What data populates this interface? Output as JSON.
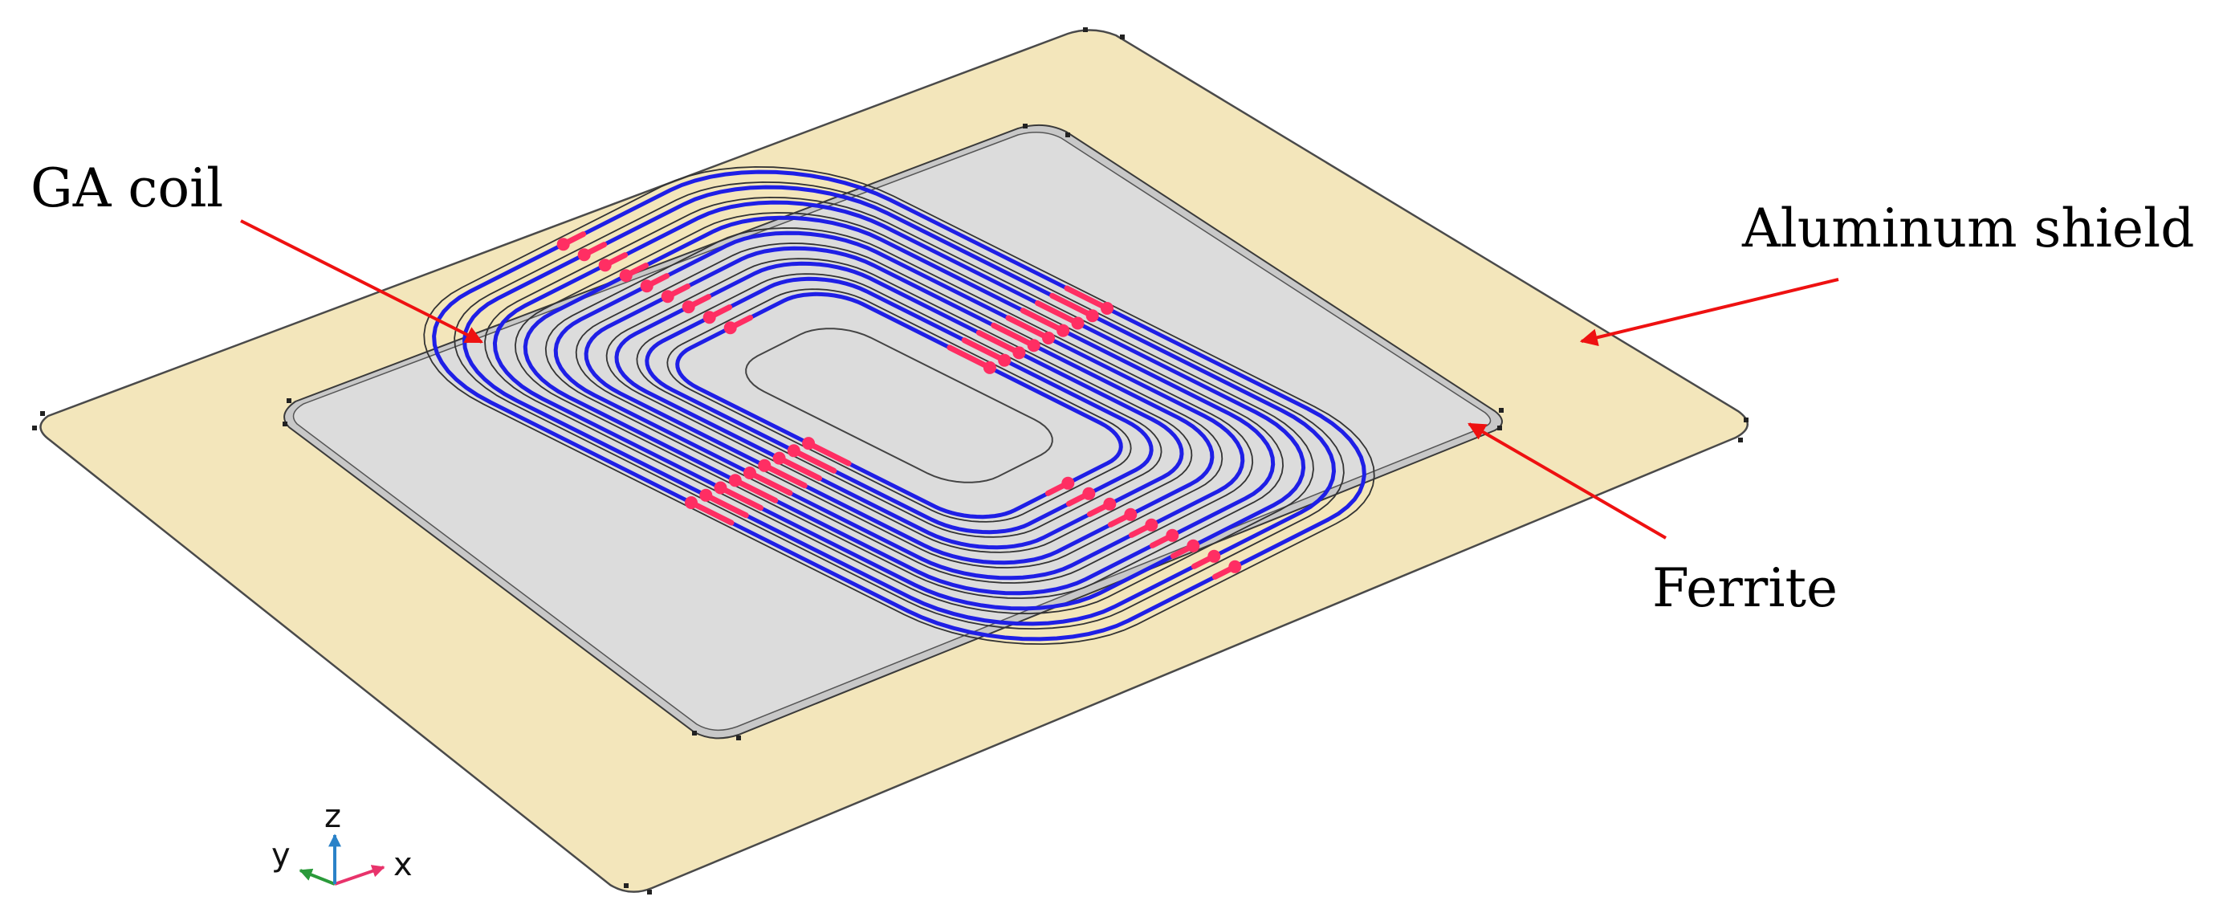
{
  "labels": {
    "ga_coil": "GA coil",
    "aluminum_shield": "Aluminum shield",
    "ferrite": "Ferrite"
  },
  "triad": {
    "x": "x",
    "y": "y",
    "z": "z"
  },
  "colors": {
    "aluminum_shield": "#f3e6bb",
    "ferrite": "#dcdcdc",
    "coil_wire": "#1f1fe6",
    "current_arrows": "#ff2e63",
    "callout_arrows": "#ee1111",
    "axis_x": "#e8336b",
    "axis_y": "#2a9a3a",
    "axis_z": "#2a82c8"
  }
}
